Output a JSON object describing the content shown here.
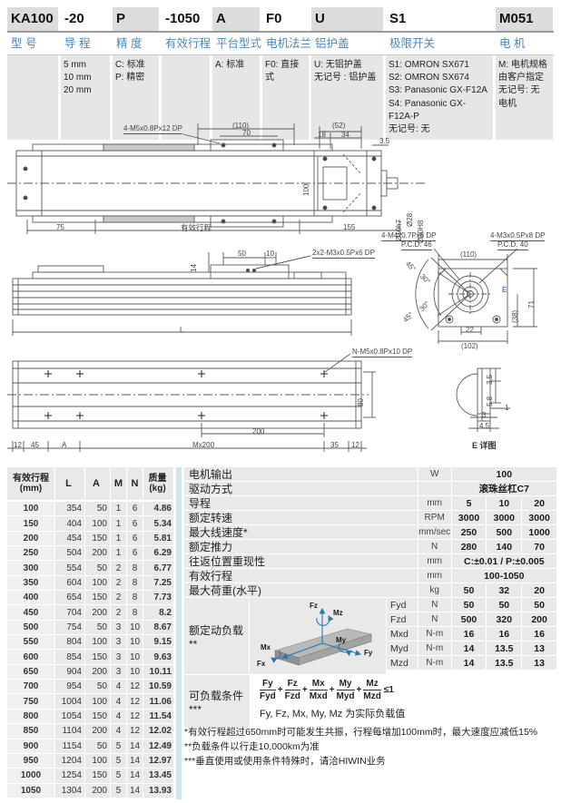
{
  "colors": {
    "accent_blue": "#4a86ba",
    "stripe_blue": "#cfe4f1",
    "cell_gray": "#e6e6e6"
  },
  "ordering": {
    "columns": [
      {
        "code": "KA100",
        "label": "型 号",
        "options": ""
      },
      {
        "code": "-20",
        "label": "导 程",
        "options": "5 mm\n10 mm\n20 mm"
      },
      {
        "code": "P",
        "label": "精 度",
        "options": "C: 标准\nP: 精密"
      },
      {
        "code": "-1050",
        "label": "有效行程",
        "options": ""
      },
      {
        "code": "A",
        "label": "平台型式",
        "options": "A: 标准"
      },
      {
        "code": "F0",
        "label": "电机法兰",
        "options": "F0: 直接式"
      },
      {
        "code": "U",
        "label": "铝护盖",
        "options": "U: 无铝护盖\n无记号 : 铝护盖"
      },
      {
        "code": "S1",
        "label": "极限开关",
        "options": "S1: OMRON SX671\nS2: OMRON SX674\nS3: Panasonic GX-F12A\nS4: Panasonic GX-F12A-P\n无记号: 无"
      },
      {
        "code": "M051",
        "label": "电 机",
        "options": "M: 电机规格\n由客户指定\n无记号: 无\n电机"
      }
    ]
  },
  "drawings": {
    "plan": {
      "callout": "4-M5x0.8Px12 DP",
      "d110": "(110)",
      "d70": "70",
      "d52": "(52)",
      "d18": "18",
      "d34": "34",
      "d35": "3.5",
      "d100": "100",
      "d75": "75",
      "stroke": "有效行程",
      "d155": "155",
      "shaft1": "Ø10h7",
      "shaft2": "Ø28",
      "shaft3": "Ø30H8"
    },
    "side": {
      "callout": "2x2-M3x0.5Px6 DP",
      "d14": "14",
      "d50": "50",
      "d10": "10",
      "L": "L"
    },
    "endview": {
      "callout1": "4-M4x0.7Px8 DP",
      "pcd1": "P.C.D. 46",
      "callout2": "4-M3x0.5Px8 DP",
      "pcd2": "P.C.D. 40",
      "d110": "(110)",
      "d71": "71",
      "d38": "(38)",
      "d22": "22",
      "d102": "(102)",
      "a45a": "45°",
      "a30a": "30°",
      "a30b": "30°",
      "a45b": "45°",
      "e": "E"
    },
    "bottom": {
      "callout": "N-M5x0.8Px10 DP",
      "d12l": "12",
      "d45": "45",
      "dA": "A",
      "dM": "Mx200",
      "d200": "200",
      "d35": "35",
      "d12r": "12",
      "d80": "80"
    },
    "edetail": {
      "caption": "E 详图",
      "d35": "3.5",
      "d58": "5.8",
      "d1": "1",
      "d3": "3",
      "d45": "4.5"
    }
  },
  "stroke_table": {
    "headers": {
      "stroke1": "有效行程",
      "stroke2": "(mm)",
      "L": "L",
      "A": "A",
      "M": "M",
      "N": "N",
      "mass1": "质量",
      "mass2": "(kg)"
    },
    "rows": [
      [
        "100",
        "354",
        "50",
        "1",
        "6",
        "4.86"
      ],
      [
        "150",
        "404",
        "100",
        "1",
        "6",
        "5.34"
      ],
      [
        "200",
        "454",
        "150",
        "1",
        "6",
        "5.81"
      ],
      [
        "250",
        "504",
        "200",
        "1",
        "6",
        "6.29"
      ],
      [
        "300",
        "554",
        "50",
        "2",
        "8",
        "6.77"
      ],
      [
        "350",
        "604",
        "100",
        "2",
        "8",
        "7.25"
      ],
      [
        "400",
        "654",
        "150",
        "2",
        "8",
        "7.73"
      ],
      [
        "450",
        "704",
        "200",
        "2",
        "8",
        "8.2"
      ],
      [
        "500",
        "754",
        "50",
        "3",
        "10",
        "8.67"
      ],
      [
        "550",
        "804",
        "100",
        "3",
        "10",
        "9.15"
      ],
      [
        "600",
        "854",
        "150",
        "3",
        "10",
        "9.63"
      ],
      [
        "650",
        "904",
        "200",
        "3",
        "10",
        "10.11"
      ],
      [
        "700",
        "954",
        "50",
        "4",
        "12",
        "10.59"
      ],
      [
        "750",
        "1004",
        "100",
        "4",
        "12",
        "11.06"
      ],
      [
        "800",
        "1054",
        "150",
        "4",
        "12",
        "11.54"
      ],
      [
        "850",
        "1104",
        "200",
        "4",
        "12",
        "12.02"
      ],
      [
        "900",
        "1154",
        "50",
        "5",
        "14",
        "12.49"
      ],
      [
        "950",
        "1204",
        "100",
        "5",
        "14",
        "12.97"
      ],
      [
        "1000",
        "1254",
        "150",
        "5",
        "14",
        "13.45"
      ],
      [
        "1050",
        "1304",
        "200",
        "5",
        "14",
        "13.93"
      ]
    ]
  },
  "spec": {
    "rows": [
      {
        "label": "电机输出",
        "unit": "W",
        "merged": "100"
      },
      {
        "label": "驱动方式",
        "unit": "",
        "merged": "滚珠丝杠C7"
      },
      {
        "label": "导程",
        "unit": "mm",
        "v": [
          "5",
          "10",
          "20"
        ]
      },
      {
        "label": "额定转速",
        "unit": "RPM",
        "v": [
          "3000",
          "3000",
          "3000"
        ]
      },
      {
        "label": "最大线速度*",
        "unit": "mm/sec",
        "v": [
          "250",
          "500",
          "1000"
        ]
      },
      {
        "label": "额定推力",
        "unit": "N",
        "v": [
          "280",
          "140",
          "70"
        ]
      },
      {
        "label": "往返位置重现性",
        "unit": "mm",
        "merged": "C:±0.01 / P:±0.005"
      },
      {
        "label": "有效行程",
        "unit": "mm",
        "merged": "100-1050"
      },
      {
        "label": "最大荷重(水平)",
        "unit": "kg",
        "v": [
          "50",
          "32",
          "20"
        ]
      }
    ],
    "load_label": "额定动负载**",
    "load_diagram": {
      "labels": {
        "fz": "Fz",
        "mz": "Mz",
        "mx": "Mx",
        "my": "My",
        "fy": "Fy",
        "fx": "Fx"
      }
    },
    "load_rows": [
      {
        "sym": "Fyd",
        "unit": "N",
        "v": [
          "50",
          "50",
          "50"
        ]
      },
      {
        "sym": "Fzd",
        "unit": "N",
        "v": [
          "500",
          "320",
          "200"
        ]
      },
      {
        "sym": "Mxd",
        "unit": "N-m",
        "v": [
          "16",
          "16",
          "16"
        ]
      },
      {
        "sym": "Myd",
        "unit": "N-m",
        "v": [
          "14",
          "13.5",
          "13"
        ]
      },
      {
        "sym": "Mzd",
        "unit": "N-m",
        "v": [
          "14",
          "13.5",
          "13"
        ]
      }
    ],
    "condition": {
      "label": "可负载条件***",
      "fractions": [
        {
          "n": "Fy",
          "d": "Fyd"
        },
        {
          "n": "Fz",
          "d": "Fzd"
        },
        {
          "n": "Mx",
          "d": "Mxd"
        },
        {
          "n": "My",
          "d": "Myd"
        },
        {
          "n": "Mz",
          "d": "Mzd"
        }
      ],
      "plus": "+",
      "limit": "≤1",
      "note": "Fy, Fz, Mx, My, Mz 为实际负载值"
    }
  },
  "footnotes": [
    "*有效行程超过650mm时可能发生共振，行程每增加100mm时，最大速度应减低15%",
    "**负载条件以行走10,000km为准",
    "***垂直使用或使用条件特殊时，请洽HIWIN业务"
  ]
}
